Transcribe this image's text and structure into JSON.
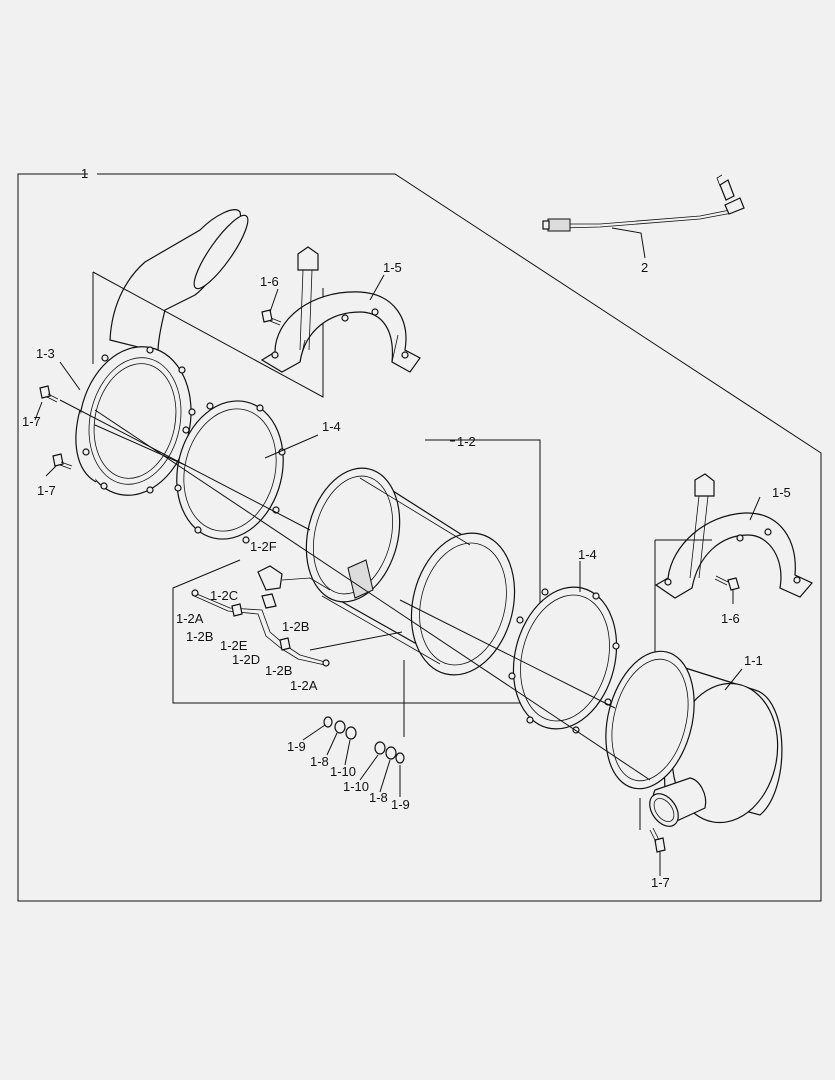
{
  "callouts": {
    "c1": "1",
    "c2": "2",
    "c1_1": "1-1",
    "c1_2": "1-2",
    "c1_2a_l": "1-2A",
    "c1_2a_r": "1-2A",
    "c1_2b_l": "1-2B",
    "c1_2b_r": "1-2B",
    "c1_2b_b": "1-2B",
    "c1_2c": "1-2C",
    "c1_2d": "1-2D",
    "c1_2e": "1-2E",
    "c1_2f": "1-2F",
    "c1_3": "1-3",
    "c1_4_l": "1-4",
    "c1_4_r": "1-4",
    "c1_5_l": "1-5",
    "c1_5_r": "1-5",
    "c1_6_l": "1-6",
    "c1_6_r": "1-6",
    "c1_7_a": "1-7",
    "c1_7_b": "1-7",
    "c1_7_c": "1-7",
    "c1_8_l": "1-8",
    "c1_8_r": "1-8",
    "c1_9_l": "1-9",
    "c1_9_r": "1-9",
    "c1_10_l": "1-10",
    "c1_10_r": "1-10"
  }
}
